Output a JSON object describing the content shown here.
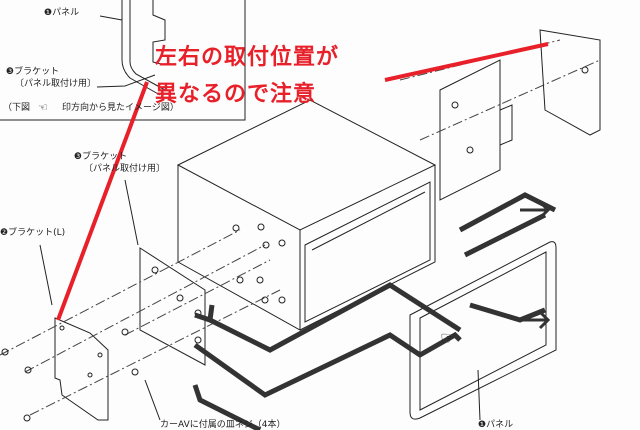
{
  "labels": {
    "inset_panel": "❶パネル",
    "inset_bracket": "❸ブラケット",
    "inset_bracket_sub": "〔パネル取付け用〕",
    "inset_caption_a": "（下図",
    "inset_caption_b": "印方向から見たイメージ図）",
    "bracket3": "❸ブラケット",
    "bracket3_sub": "〔パネル取付け用〕",
    "bracket_l": "❷ブラケット(L)",
    "screws": "カーAVに付属の皿ネジ（4本）",
    "panel": "❶パネル"
  },
  "warning": {
    "line1": "左右の取付位置が",
    "line2": "異なるので注意",
    "color": "#e8202a"
  }
}
